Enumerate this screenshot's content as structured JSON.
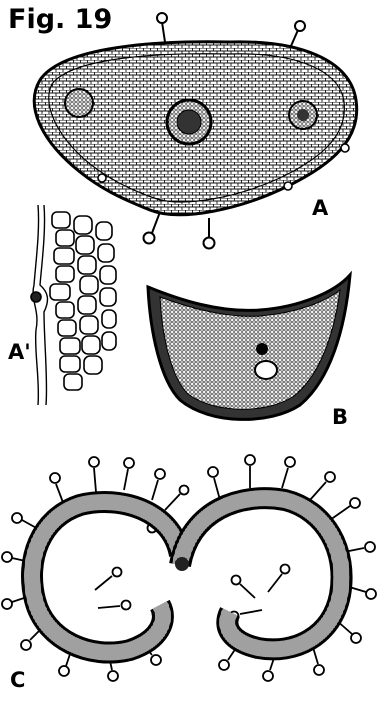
{
  "figure": {
    "title": "Fig. 19",
    "labels": {
      "a": "A",
      "a_prime": "A'",
      "b": "B",
      "c": "C"
    }
  },
  "colors": {
    "ink": "#000000",
    "paper": "#ffffff",
    "tissue": "#2a2a2a"
  }
}
